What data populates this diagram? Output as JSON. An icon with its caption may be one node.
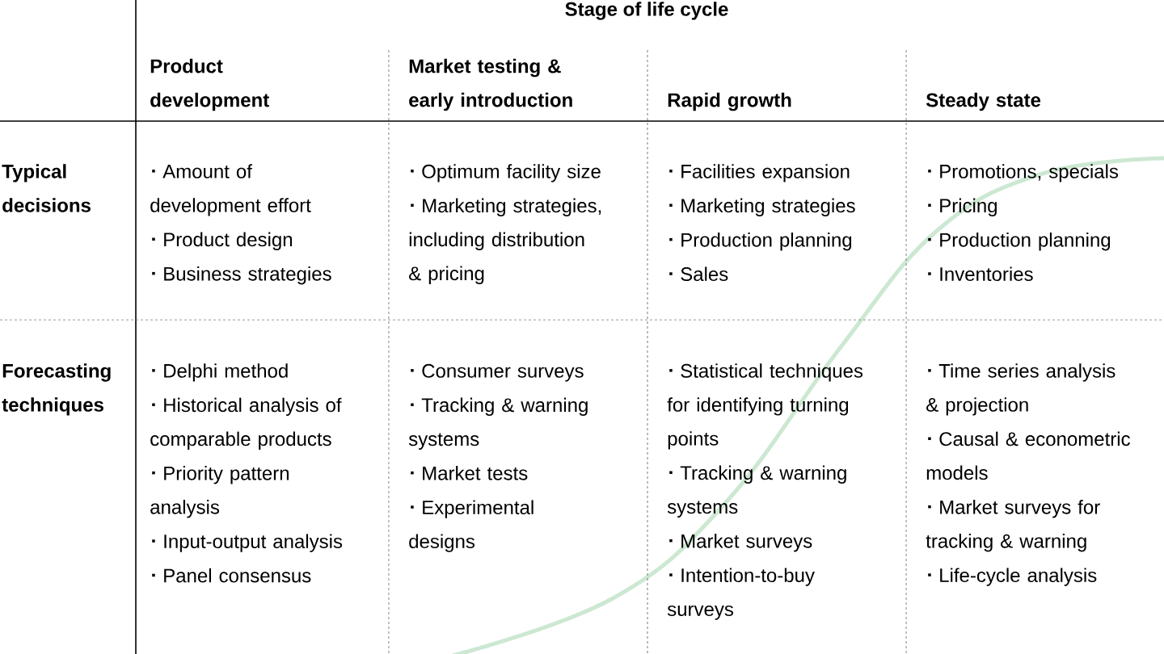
{
  "diagram": {
    "title": "Stage of life cycle",
    "labels": [
      "Product development",
      "Market testing & early introduction",
      "Rapid growth",
      "Steady state",
      "Typical decisions",
      "Amount of development effort",
      "Product design",
      "Business strategies",
      "Optimum facility size",
      "Marketing strategies, including distribution & pricing",
      "Facilities expansion",
      "Marketing strategies",
      "Production planning",
      "Sales",
      "Promotions, specials",
      "Pricing",
      "Production planning",
      "Inventories",
      "Forecasting techniques",
      "Delphi method",
      "Historical analysis of comparable products",
      "Priority pattern analysis",
      "Input-output analysis",
      "Panel consensus",
      "Consumer surveys",
      "Tracking & warning systems",
      "Market tests",
      "Experimental designs",
      "Statistical techniques for identifying turning points",
      "Tracking & warning systems",
      "Market surveys",
      "Intention-to-buy surveys",
      "Time series analysis & projection",
      "Causal & econometric models",
      "Market surveys for tracking & warning",
      "Life-cycle analysis"
    ]
  }
}
